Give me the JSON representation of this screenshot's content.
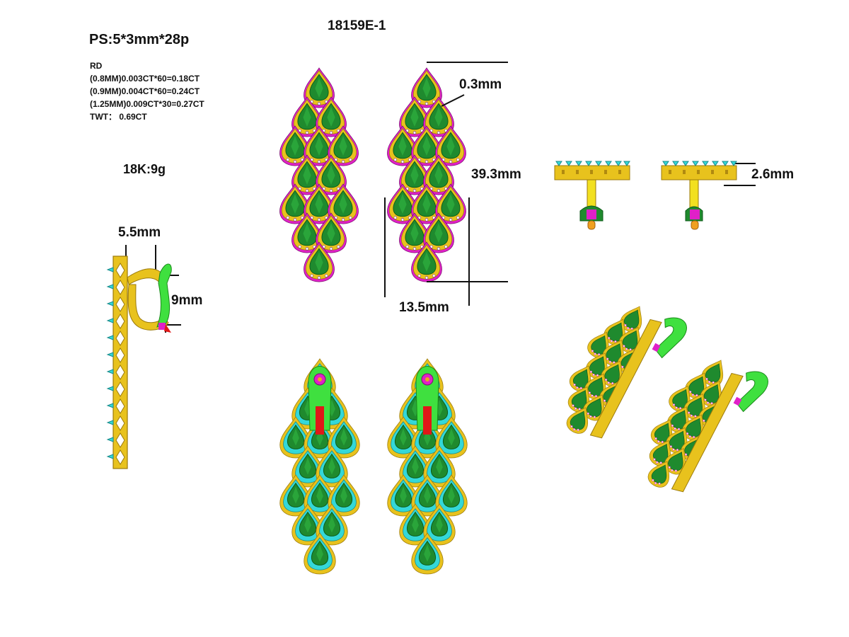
{
  "model_code": "18159E-1",
  "stone_spec": "PS:5*3mm*28p",
  "diamonds": {
    "heading": "RD",
    "lines": [
      "(0.8MM)0.003CT*60=0.18CT",
      "(0.9MM)0.004CT*60=0.24CT",
      "(1.25MM)0.009CT*30=0.27CT",
      "TWT： 0.69CT"
    ]
  },
  "metal_weight": "18K:9g",
  "dimensions": {
    "gap": "0.3mm",
    "length": "39.3mm",
    "width": "13.5mm",
    "height": "2.6mm",
    "hinge_width": "5.5mm",
    "hinge_height": "9mm"
  },
  "colors": {
    "gold": "#e8c21d",
    "gold_dark": "#b08a10",
    "emerald": "#1f8a2e",
    "emerald_dark": "#0c5a18",
    "magenta": "#e020c8",
    "cyan": "#34d8d8",
    "lime": "#3fe03f",
    "red": "#e01818"
  }
}
